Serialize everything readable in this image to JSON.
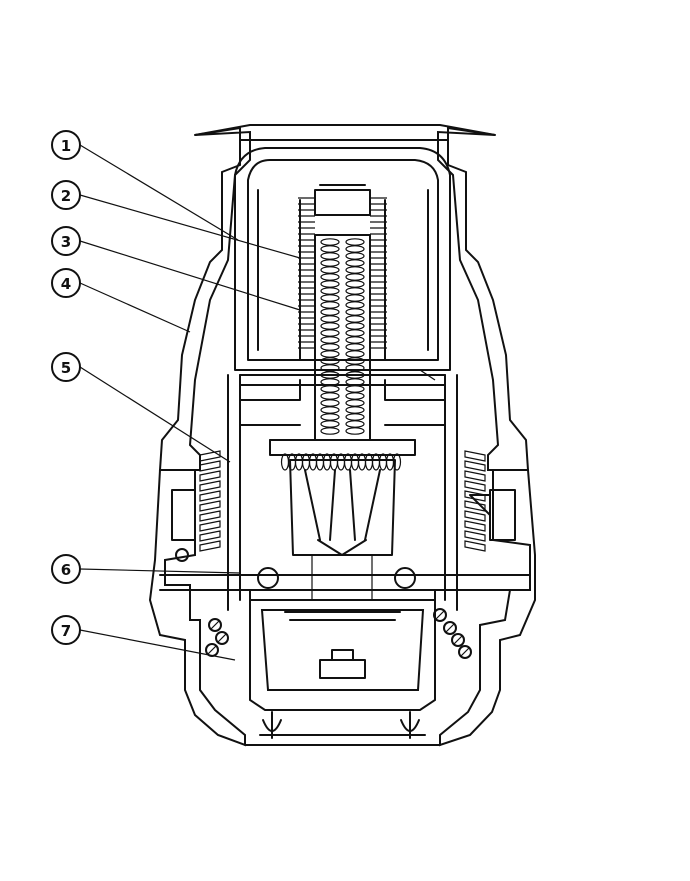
{
  "callouts": [
    {
      "label": "1"
    },
    {
      "label": "2"
    },
    {
      "label": "3"
    },
    {
      "label": "4"
    },
    {
      "label": "5"
    },
    {
      "label": "6"
    },
    {
      "label": "7"
    }
  ],
  "colors": {
    "line": "#111111",
    "background": "#ffffff"
  }
}
